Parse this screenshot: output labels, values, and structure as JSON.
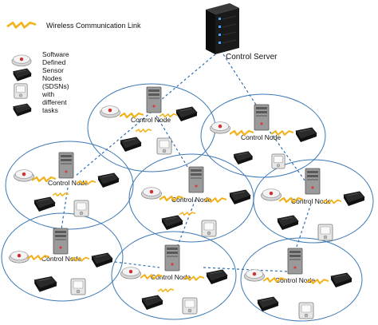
{
  "legend": {
    "link_label": "Wireless Communication Link",
    "sdsn_lines": [
      "Software",
      "Defined",
      "Sensor",
      "Nodes",
      "(SDSNs)",
      "with",
      "different",
      "tasks"
    ]
  },
  "control_server": {
    "label": "Control Server"
  },
  "clusters": [
    {
      "label": "Control Node"
    },
    {
      "label": "Control Node"
    },
    {
      "label": "Control Node"
    },
    {
      "label": "Control Node"
    },
    {
      "label": "Control Node"
    },
    {
      "label": "Control Node"
    },
    {
      "label": "Control Node"
    },
    {
      "label": "Control Node"
    }
  ],
  "colors": {
    "ellipse_stroke": "#3b78b5",
    "dashed_link": "#2f6fb0",
    "lightning": "#f2b21b",
    "server_body": "#1a1a1a",
    "node_tower": "#8f8f8f"
  }
}
